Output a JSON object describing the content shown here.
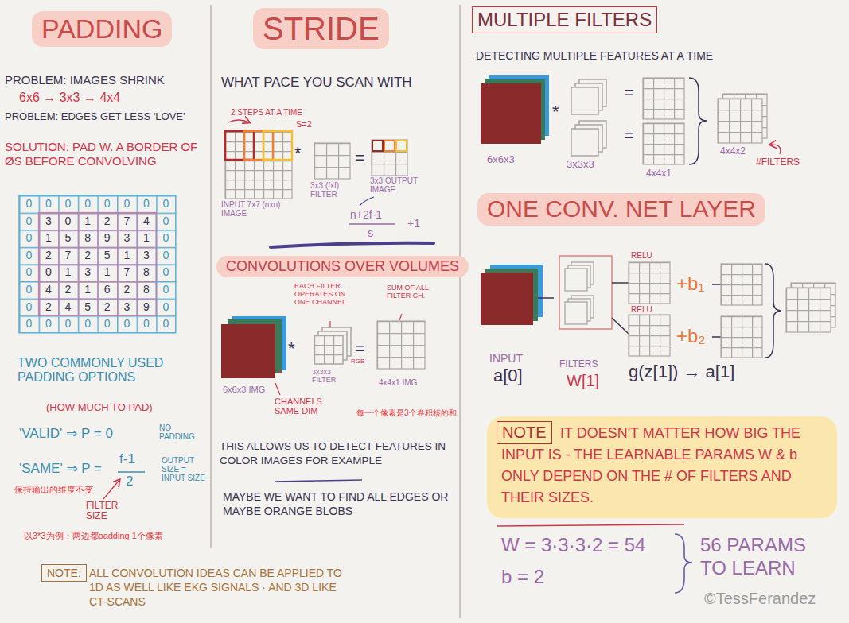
{
  "diagram": {
    "nodes": [
      {
        "text": [
          "PADDING"
        ]
      },
      {
        "text": [
          "NOTE:"
        ]
      },
      {
        "text": [
          "STRIDE"
        ]
      },
      {
        "text": [
          "CONVOLUTIONS OVER VOLUMES"
        ]
      },
      {
        "text": [
          "MULTIPLE FILTERS"
        ]
      },
      {
        "text": [
          "ONE CONV. NET LAYER"
        ]
      },
      {
        "text": [
          "NOTE"
        ]
      }
    ],
    "labels": [
      "PROBLEM: IMAGES SHRINK",
      "6x6 → 3x3 → 4x4",
      "PROBLEM: EDGES GET LESS 'LOVE'",
      "SOLUTION: PAD W. A BORDER OF ØS BEFORE CONVOLVING",
      "0",
      "0",
      "0",
      "0",
      "0",
      "0",
      "0",
      "0",
      "0",
      "3",
      "0",
      "1",
      "2",
      "7",
      "4",
      "0",
      "0",
      "1",
      "5",
      "8",
      "9",
      "3",
      "1",
      "0",
      "0",
      "2",
      "7",
      "2",
      "5",
      "1",
      "3",
      "0",
      "0",
      "0",
      "1",
      "3",
      "1",
      "7",
      "8",
      "0",
      "0",
      "4",
      "2",
      "1",
      "6",
      "2",
      "8",
      "0",
      "0",
      "2",
      "4",
      "5",
      "2",
      "3",
      "9",
      "0",
      "0",
      "0",
      "0",
      "0",
      "0",
      "0",
      "0",
      "0",
      "TWO COMMONLY USED PADDING OPTIONS",
      "(HOW MUCH TO PAD)",
      "'VALID' ⇒ P = 0",
      "NO PADDING",
      "'SAME' ⇒ P =",
      "f-1",
      "2",
      "OUTPUT SIZE = INPUT SIZE",
      "保持输出的维度不变",
      "FILTER SIZE",
      "以3*3为例：两边都padding 1个像素",
      "ALL CONVOLUTION IDEAS CAN BE APPLIED TO 1D AS WELL LIKE EKG SIGNALS · AND 3D LIKE CT-SCANS",
      "WHAT PACE YOU SCAN WITH",
      "2 STEPS AT A TIME",
      "S=2",
      "*",
      "=",
      "INPUT 7x7 (nxn) IMAGE",
      "3x3 (fxf) FILTER",
      "3x3 OUTPUT IMAGE",
      "n+2f-1",
      "s",
      "+1",
      "EACH FILTER OPERATES ON ONE CHANNEL",
      "SUM OF ALL FILTER CH.",
      "*",
      "=",
      "RGB",
      "B",
      "6x6x3 IMG",
      "3x3x3 FILTER",
      "4x4x1 IMG",
      "CHANNELS SAME DIM",
      "每一个像素是3个卷积核的和",
      "THIS ALLOWS US TO DETECT FEATURES IN COLOR IMAGES FOR EXAMPLE",
      "MAYBE WE WANT TO FIND ALL EDGES OR MAYBE ORANGE BLOBS",
      "DETECTING MULTIPLE FEATURES AT A TIME",
      "*",
      "=",
      "=",
      "6x6x3",
      "3x3x3",
      "4x4x1",
      "4x4x2",
      "#FILTERS",
      "RELU",
      "RELU",
      "+b₁",
      "+b₂",
      "INPUT",
      "a[0]",
      "FILTERS",
      "W[1]",
      "g(z[1]) → a[1]",
      "IT DOESN'T MATTER HOW BIG THE INPUT IS - THE LEARNABLE PARAMS W & b ONLY DEPEND ON THE # OF FILTERS AND THEIR SIZES.",
      "W = 3·3·3·2 = 54",
      "b = 2",
      "56 PARAMS TO LEARN",
      "©TessFerandez"
    ]
  }
}
